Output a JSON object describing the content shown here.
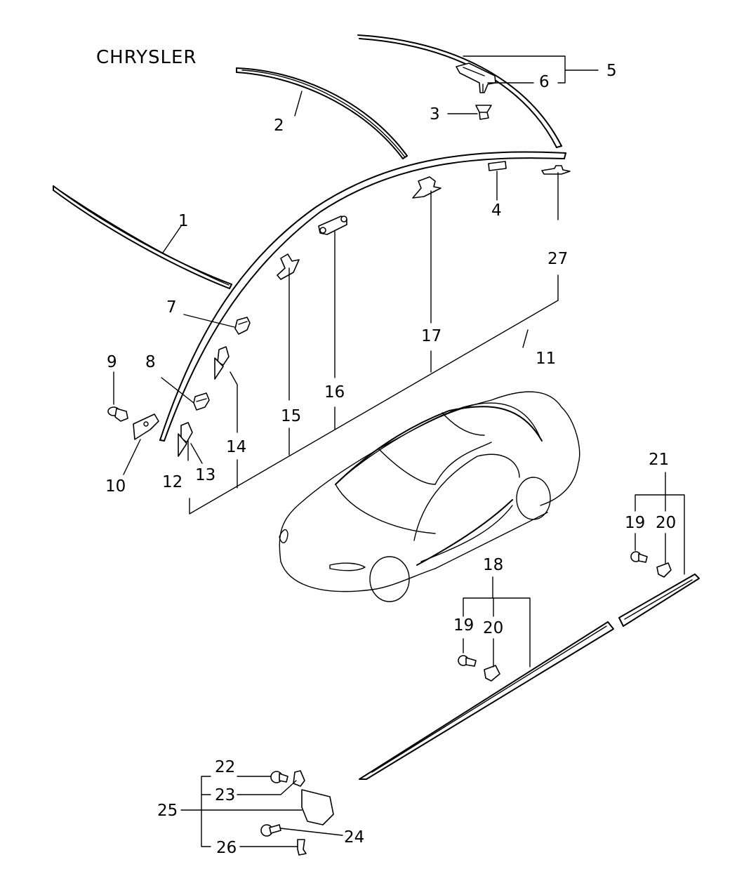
{
  "brand": "CHRYSLER",
  "callouts": [
    {
      "id": "c1",
      "text": "1"
    },
    {
      "id": "c2",
      "text": "2"
    },
    {
      "id": "c3",
      "text": "3"
    },
    {
      "id": "c4",
      "text": "4"
    },
    {
      "id": "c5",
      "text": "5"
    },
    {
      "id": "c6",
      "text": "6"
    },
    {
      "id": "c7",
      "text": "7"
    },
    {
      "id": "c8",
      "text": "8"
    },
    {
      "id": "c9",
      "text": "9"
    },
    {
      "id": "c10",
      "text": "10"
    },
    {
      "id": "c11",
      "text": "11"
    },
    {
      "id": "c12",
      "text": "12"
    },
    {
      "id": "c13",
      "text": "13"
    },
    {
      "id": "c14",
      "text": "14"
    },
    {
      "id": "c15",
      "text": "15"
    },
    {
      "id": "c16",
      "text": "16"
    },
    {
      "id": "c17",
      "text": "17"
    },
    {
      "id": "c18",
      "text": "18"
    },
    {
      "id": "c19a",
      "text": "19"
    },
    {
      "id": "c20a",
      "text": "20"
    },
    {
      "id": "c21",
      "text": "21"
    },
    {
      "id": "c19b",
      "text": "19"
    },
    {
      "id": "c20b",
      "text": "20"
    },
    {
      "id": "c22",
      "text": "22"
    },
    {
      "id": "c23",
      "text": "23"
    },
    {
      "id": "c24",
      "text": "24"
    },
    {
      "id": "c25",
      "text": "25"
    },
    {
      "id": "c26",
      "text": "26"
    },
    {
      "id": "c27",
      "text": "27"
    }
  ]
}
